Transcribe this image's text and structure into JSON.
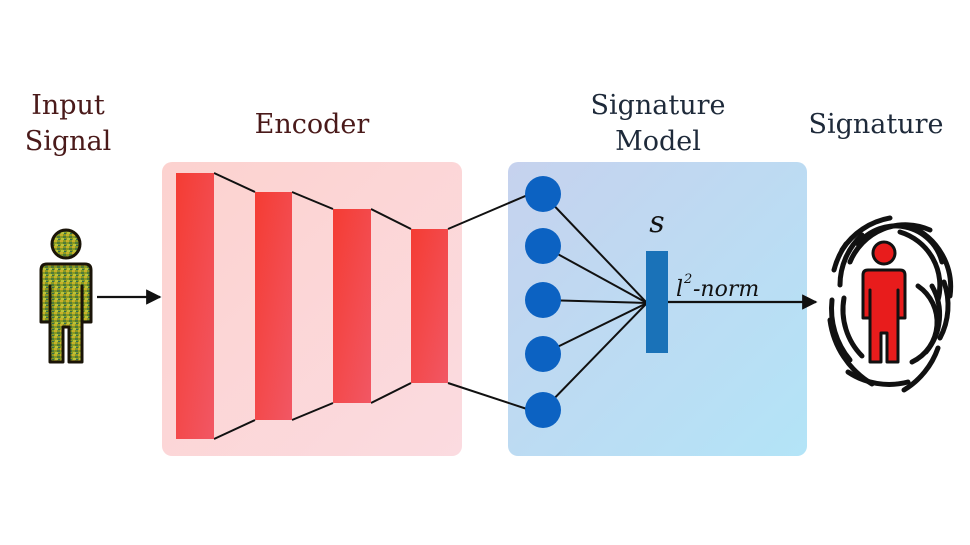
{
  "labels": {
    "input_line1": "Input",
    "input_line2": "Signal",
    "encoder": "Encoder",
    "model_line1": "Signature",
    "model_line2": "Model",
    "signature": "Signature",
    "s_symbol": "s",
    "norm_sup": "2",
    "norm_prefix": "l",
    "norm_suffix": "-norm"
  },
  "encoder": {
    "layer_count": 4
  },
  "signature_model": {
    "neuron_count": 5
  },
  "colors": {
    "encoder_bg": "#fbd6d3",
    "encoder_layer": "#f24a4a",
    "model_bg_start": "#c4d3ee",
    "model_bg_end": "#b5e2f6",
    "neuron": "#0c62c2",
    "s_bar": "#1a72b8",
    "input_person": "#7a8f1a",
    "signature_person": "#e81c1c"
  },
  "icons": {
    "input": "person-icon",
    "output": "fingerprint-icon"
  }
}
